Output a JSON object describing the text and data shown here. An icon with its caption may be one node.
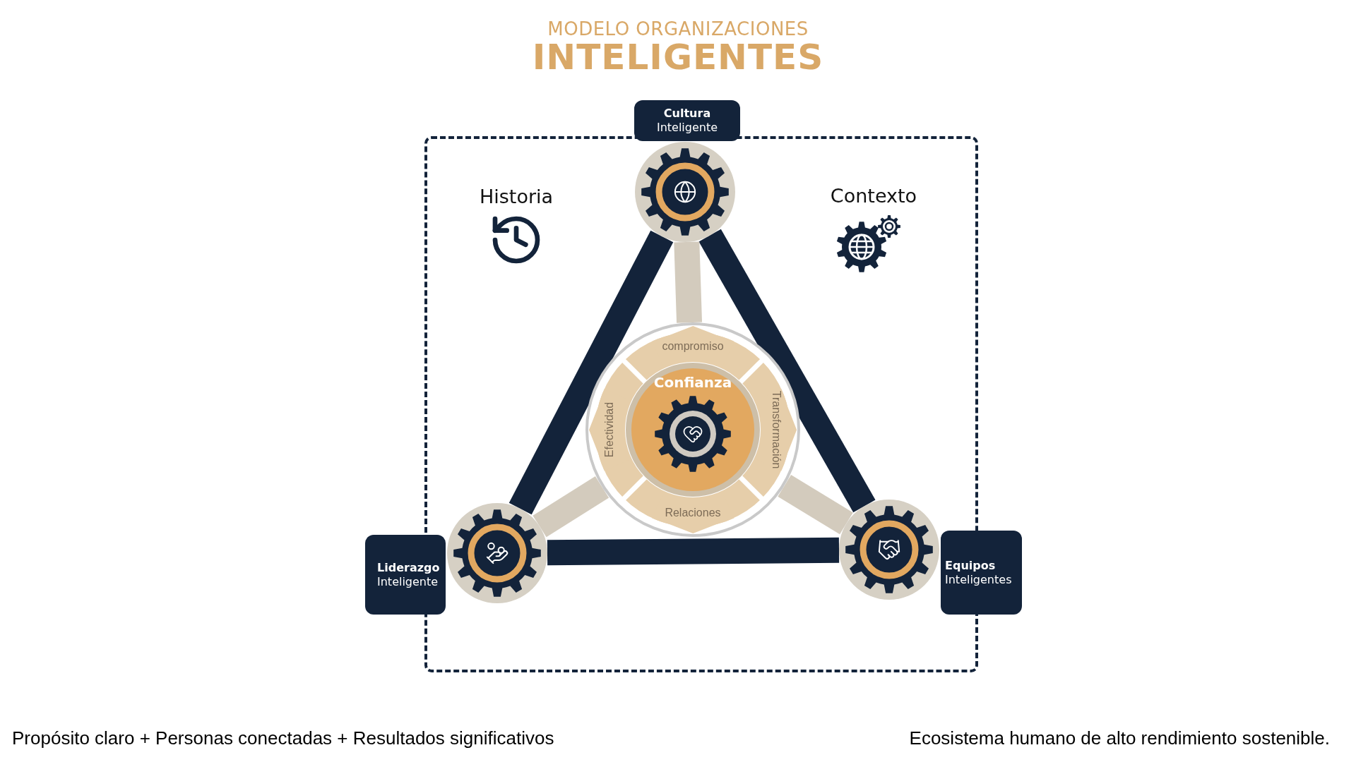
{
  "diagram": {
    "title": "MODELO ORGANIZACIONES INTELIGENTES",
    "nodes": [
      {
        "text": [
          "Cultura",
          "Inteligente"
        ]
      },
      {
        "text": [],
        "shape": "gear"
      },
      {
        "text": [
          "Liderazgo",
          "Inteligente"
        ]
      },
      {
        "text": [],
        "shape": "gear"
      },
      {
        "text": [
          "Equipos",
          "Inteligentes"
        ]
      },
      {
        "text": [],
        "shape": "gear"
      },
      {
        "text": [],
        "shape": "circle"
      },
      {
        "text": [
          "compromiso"
        ],
        "in": 6
      },
      {
        "text": [
          "Transformación"
        ],
        "in": 6
      },
      {
        "text": [
          "Relaciones"
        ],
        "in": 6
      },
      {
        "text": [
          "Efectividad"
        ],
        "in": 6
      },
      {
        "text": [
          "Confianza"
        ],
        "in": 6
      }
    ],
    "edges": [
      {
        "from": 1,
        "to": 3,
        "arrow": "none"
      },
      {
        "from": 3,
        "to": 5,
        "arrow": "none"
      },
      {
        "from": 5,
        "to": 1,
        "arrow": "none"
      },
      {
        "from": 6,
        "to": 1,
        "arrow": "none",
        "color": "#d3cbbd"
      },
      {
        "from": 6,
        "to": 3,
        "arrow": "none",
        "color": "#d3cbbd"
      },
      {
        "from": 6,
        "to": 5,
        "arrow": "none",
        "color": "#d3cbbd"
      }
    ],
    "labels": [
      "Historia",
      "Contexto",
      "Propósito claro + Personas conectadas + Resultados significativos",
      "Ecosistema humano de alto rendimiento sostenible."
    ]
  }
}
